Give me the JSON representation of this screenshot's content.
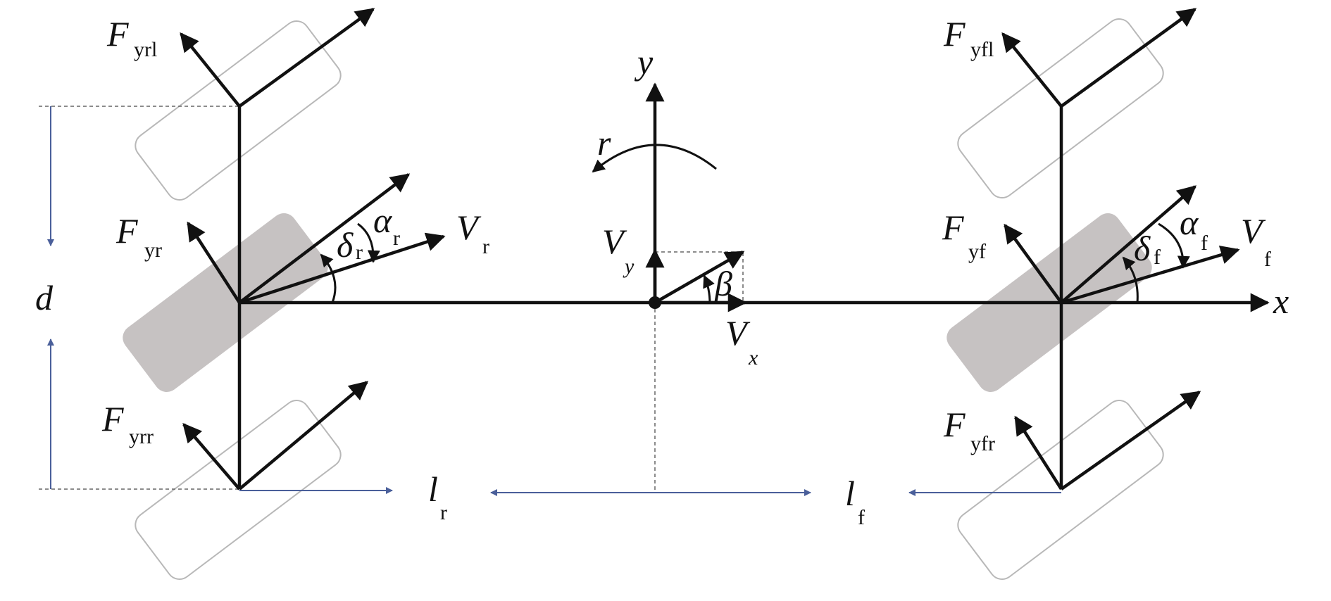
{
  "colors": {
    "line": "#111111",
    "dimension": "#4a5f9a",
    "wheel_fill": "#c6c2c2",
    "wheel_outline": "#b8b8b8"
  },
  "axes": {
    "x": "x",
    "y": "y",
    "yaw_rate": "r"
  },
  "cg": {
    "vy": "V",
    "vy_sub": "y",
    "vx": "V",
    "vx_sub": "x",
    "beta": "β"
  },
  "rear": {
    "force_left": "F",
    "force_left_sub": "yrl",
    "force": "F",
    "force_sub": "yr",
    "force_right": "F",
    "force_right_sub": "yrr",
    "delta": "δ",
    "delta_sub": "r",
    "alpha": "α",
    "alpha_sub": "r",
    "velocity": "V",
    "velocity_sub": "r"
  },
  "front": {
    "force_left": "F",
    "force_left_sub": "yfl",
    "force": "F",
    "force_sub": "yf",
    "force_right": "F",
    "force_right_sub": "yfr",
    "delta": "δ",
    "delta_sub": "f",
    "alpha": "α",
    "alpha_sub": "f",
    "velocity": "V",
    "velocity_sub": "f"
  },
  "dimensions": {
    "track": "d",
    "lr": "l",
    "lr_sub": "r",
    "lf": "l",
    "lf_sub": "f"
  }
}
